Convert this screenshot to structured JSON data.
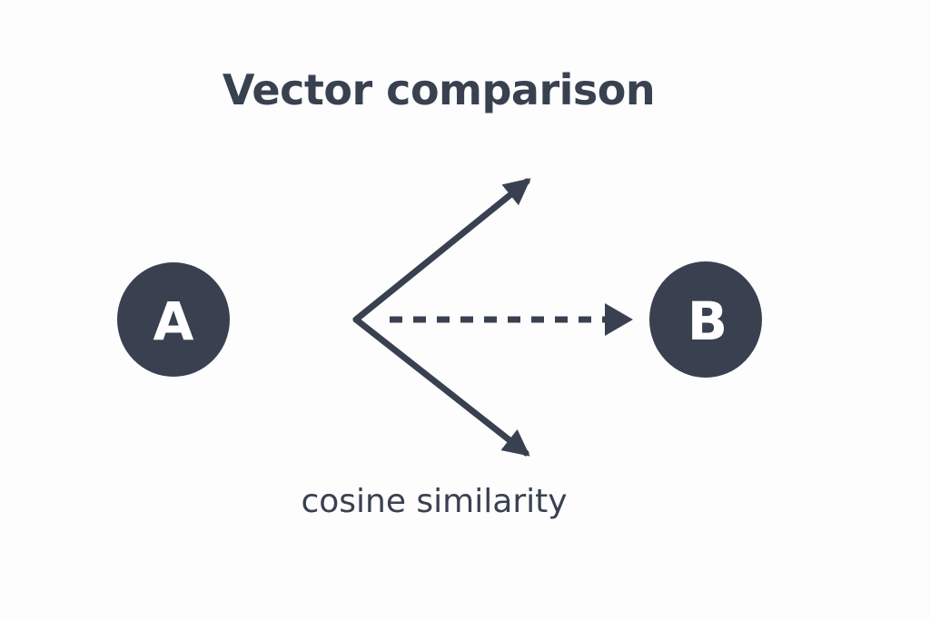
{
  "diagram": {
    "title": "Vector comparison",
    "caption": "cosine similarity",
    "nodes": [
      {
        "id": "a",
        "label": "A"
      },
      {
        "id": "b",
        "label": "B"
      }
    ],
    "arrows": [
      {
        "id": "upper-vector",
        "style": "solid"
      },
      {
        "id": "lower-vector",
        "style": "solid"
      },
      {
        "id": "comparison",
        "style": "dashed"
      }
    ],
    "colors": {
      "ink": "#394150",
      "node_fill": "#394150",
      "node_text": "#ffffff",
      "background": "#fdfdfd"
    }
  }
}
